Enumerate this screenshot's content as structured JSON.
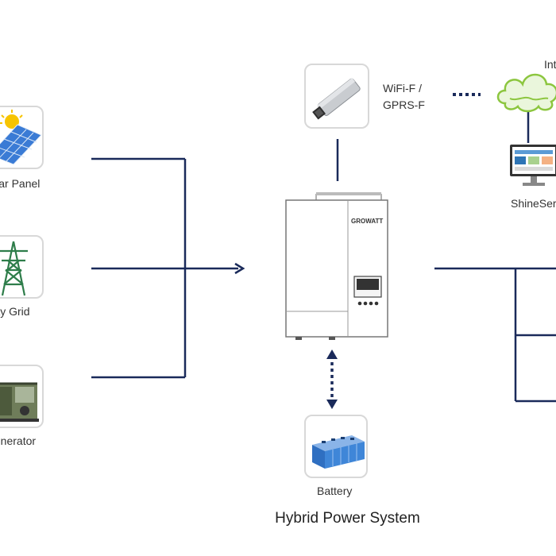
{
  "title": "Hybrid Power System",
  "nodes": {
    "solar": {
      "label": "Solar Panel"
    },
    "grid": {
      "label": "Utility Grid"
    },
    "generator": {
      "label": "Generator"
    },
    "wifi": {
      "label_line1": "WiFi-F /",
      "label_line2": "GPRS-F"
    },
    "internet": {
      "label": "Internet"
    },
    "server": {
      "label": "ShineServer"
    },
    "inverter": {
      "brand": "GROWATT"
    },
    "battery": {
      "label": "Battery"
    }
  },
  "colors": {
    "wire": "#1a2a5a",
    "tile_border": "#d8d8d8",
    "cloud": "#8cc63f"
  }
}
